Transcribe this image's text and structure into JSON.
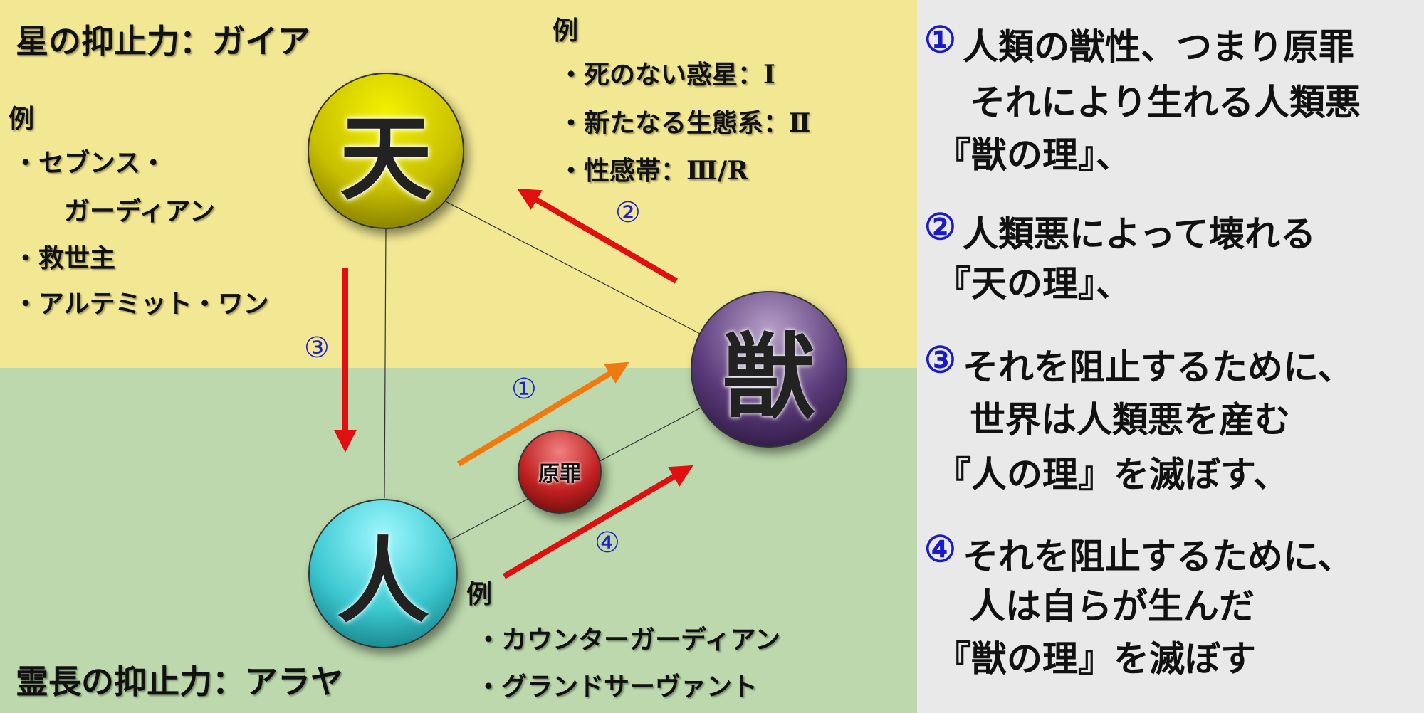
{
  "top_left": {
    "title": "星の抑止力：ガイア",
    "example_label": "例",
    "items": [
      "・セブンス・",
      "ガーディアン",
      "・救世主",
      "・アルテミット・ワン"
    ]
  },
  "top_right": {
    "example_label": "例",
    "items": [
      "・死のない惑星：Ⅰ",
      "・新たなる生態系：Ⅱ",
      "・性感帯：Ⅲ/R"
    ]
  },
  "bottom": {
    "title": "霊長の抑止力：アラヤ",
    "example_label": "例",
    "items": [
      "・カウンターガーディアン",
      "・グランドサーヴァント"
    ]
  },
  "nodes": {
    "heaven": "天",
    "beast": "獣",
    "human": "人",
    "sin": "原罪"
  },
  "arrow_labels": {
    "a1": "①",
    "a2": "②",
    "a3": "③",
    "a4": "④"
  },
  "colors": {
    "yellow_bg": "#f2e894",
    "green_bg": "#bcd8ac",
    "arrow_red": "#e01010",
    "arrow_orange": "#f07a10",
    "number_blue": "#2020c8"
  },
  "explanation": [
    {
      "num": "①",
      "lines": [
        "人類の獣性、つまり原罪",
        "それにより生れる人類悪",
        "『獣の理』、"
      ]
    },
    {
      "num": "②",
      "lines": [
        "人類悪によって壊れる",
        "『天の理』、"
      ]
    },
    {
      "num": "③",
      "lines": [
        "それを阻止するために、",
        "世界は人類悪を産む",
        "『人の理』を滅ぼす、"
      ]
    },
    {
      "num": "④",
      "lines": [
        "それを阻止するために、",
        "人は自らが生んだ",
        "『獣の理』を滅ぼす"
      ]
    }
  ]
}
